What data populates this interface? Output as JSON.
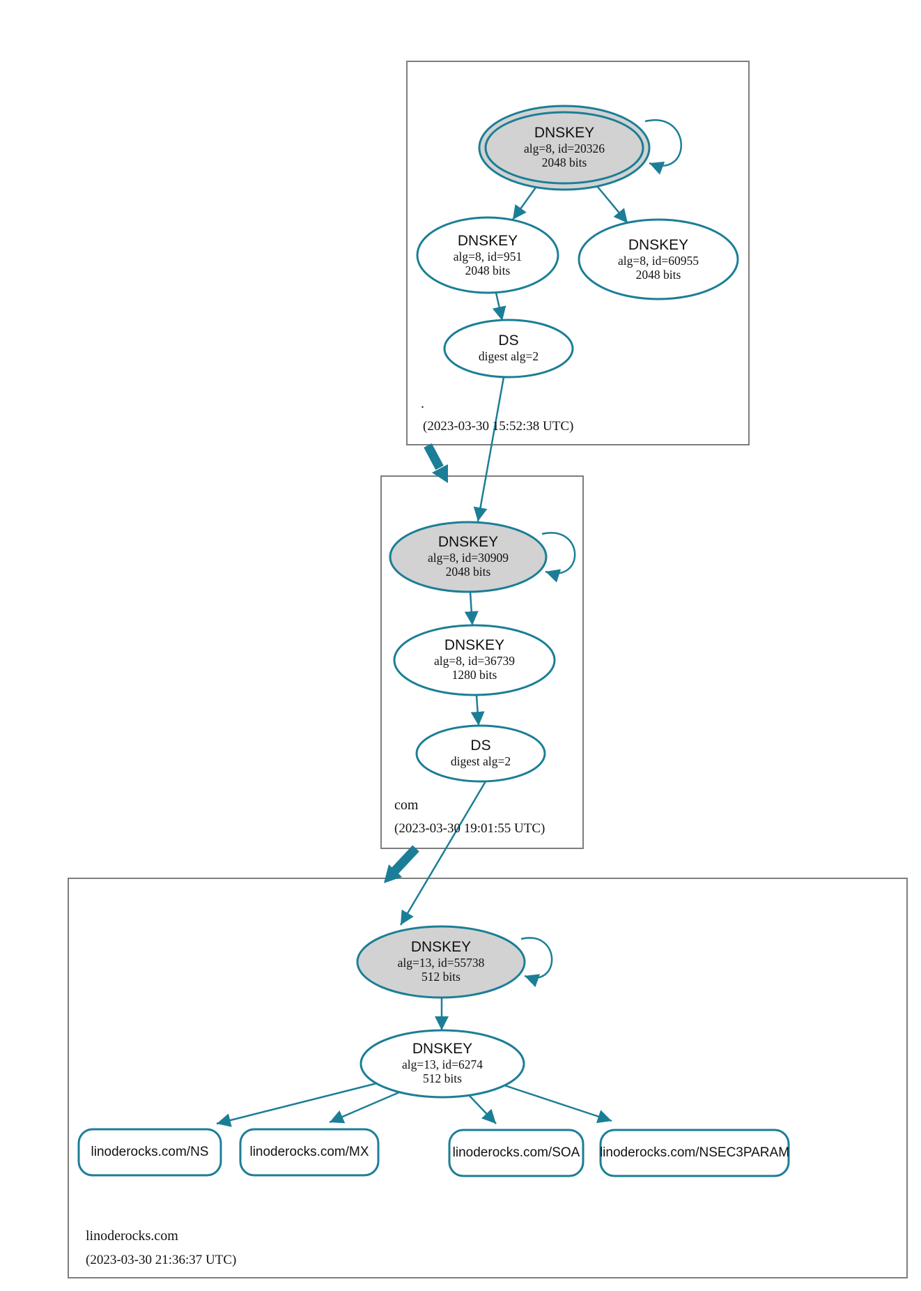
{
  "colors": {
    "edge": "#1b7e96",
    "secure_node_fill": "#d2d2d2",
    "zone_border": "#7d7d7d"
  },
  "zones": {
    "root": {
      "name": ".",
      "timestamp": "(2023-03-30 15:52:38 UTC)",
      "ksk": {
        "title": "DNSKEY",
        "line1": "alg=8, id=20326",
        "line2": "2048 bits"
      },
      "zsk1": {
        "title": "DNSKEY",
        "line1": "alg=8, id=951",
        "line2": "2048 bits"
      },
      "zsk2": {
        "title": "DNSKEY",
        "line1": "alg=8, id=60955",
        "line2": "2048 bits"
      },
      "ds": {
        "title": "DS",
        "line1": "digest alg=2"
      }
    },
    "com": {
      "name": "com",
      "timestamp": "(2023-03-30 19:01:55 UTC)",
      "ksk": {
        "title": "DNSKEY",
        "line1": "alg=8, id=30909",
        "line2": "2048 bits"
      },
      "zsk": {
        "title": "DNSKEY",
        "line1": "alg=8, id=36739",
        "line2": "1280 bits"
      },
      "ds": {
        "title": "DS",
        "line1": "digest alg=2"
      }
    },
    "linoderocks": {
      "name": "linoderocks.com",
      "timestamp": "(2023-03-30 21:36:37 UTC)",
      "ksk": {
        "title": "DNSKEY",
        "line1": "alg=13, id=55738",
        "line2": "512 bits"
      },
      "zsk": {
        "title": "DNSKEY",
        "line1": "alg=13, id=6274",
        "line2": "512 bits"
      },
      "rrsets": [
        {
          "label": "linoderocks.com/NS"
        },
        {
          "label": "linoderocks.com/MX"
        },
        {
          "label": "linoderocks.com/SOA"
        },
        {
          "label": "linoderocks.com/NSEC3PARAM"
        }
      ]
    }
  }
}
